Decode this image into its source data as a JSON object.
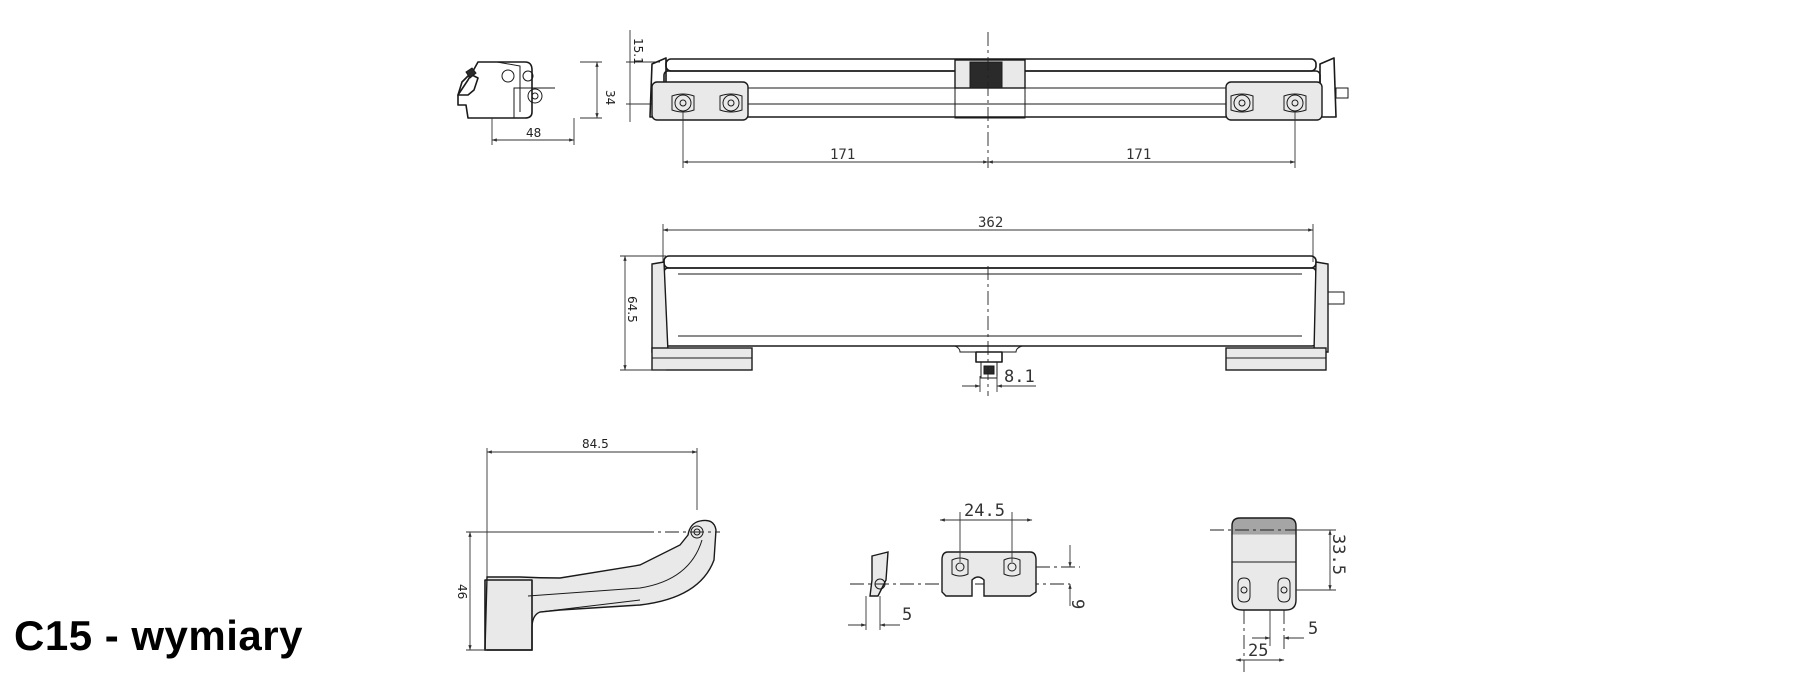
{
  "title": "C15 - wymiary",
  "dimensions": {
    "side_view_width": "48",
    "side_view_height": "34",
    "top_offset": "15.1",
    "half_left": "171",
    "half_right": "171",
    "overall_length": "362",
    "overall_height": "64.5",
    "spindle": "8.1",
    "handle_length": "84.5",
    "handle_height": "46",
    "bracket_width": "24.5",
    "bracket_offset": "9",
    "bracket_side": "5",
    "bracket2_height": "33.5",
    "bracket2_side": "5",
    "bracket2_width": "25"
  }
}
